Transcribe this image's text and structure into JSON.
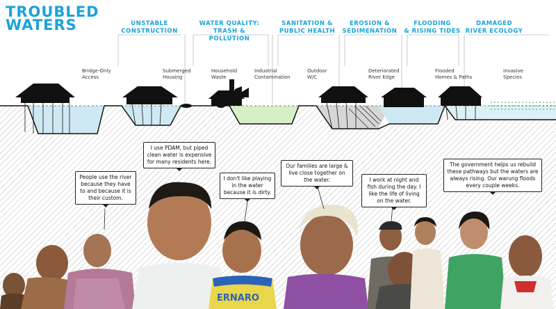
{
  "title": {
    "line1": "TROUBLED",
    "line2": "WATERS"
  },
  "categories": [
    {
      "line1": "UNSTABLE",
      "line2": "CONSTRUCTION"
    },
    {
      "line1": "WATER QUALITY:",
      "line2": "TRASH & POLLUTION"
    },
    {
      "line1": "SANITATION &",
      "line2": "PUBLIC HEALTH"
    },
    {
      "line1": "EROSION &",
      "line2": "SEDIMENATION"
    },
    {
      "line1": "FLOODING",
      "line2": "& RISING TIDES"
    },
    {
      "line1": "DAMAGED",
      "line2": "RIVER ECOLOGY"
    }
  ],
  "issue_labels": [
    {
      "line1": "Bridge-Only",
      "line2": "Access"
    },
    {
      "line1": "Submerged",
      "line2": "Housing"
    },
    {
      "line1": "Household",
      "line2": "Waste"
    },
    {
      "line1": "Industrial",
      "line2": "Contamination"
    },
    {
      "line1": "Outdoor",
      "line2": "W/C"
    },
    {
      "line1": "Deteriorated",
      "line2": "River Edge"
    },
    {
      "line1": "Flooded",
      "line2": "Homes & Paths"
    },
    {
      "line1": "Invasive",
      "line2": "Species"
    }
  ],
  "quotes": [
    "People use the river because they have to and because it is their custom.",
    "I use PDAM, but piped clean water is expensive for many residents here.",
    "I don't like playing in the water because it is dirty.",
    "Our families are large & live close together on the water.",
    "I work at night and fish during the day. I like the life of living on the water.",
    "The government helps us rebuild these pathways but the waters are always rising. Our warung floods every couple weeks."
  ],
  "shirt_text": "ERNARO",
  "colors": {
    "accent": "#1aa3d9",
    "water": "#cfe9f3",
    "grass": "#d7efc6",
    "ground_hatch": "#b5b5b5",
    "ink": "#111111"
  }
}
